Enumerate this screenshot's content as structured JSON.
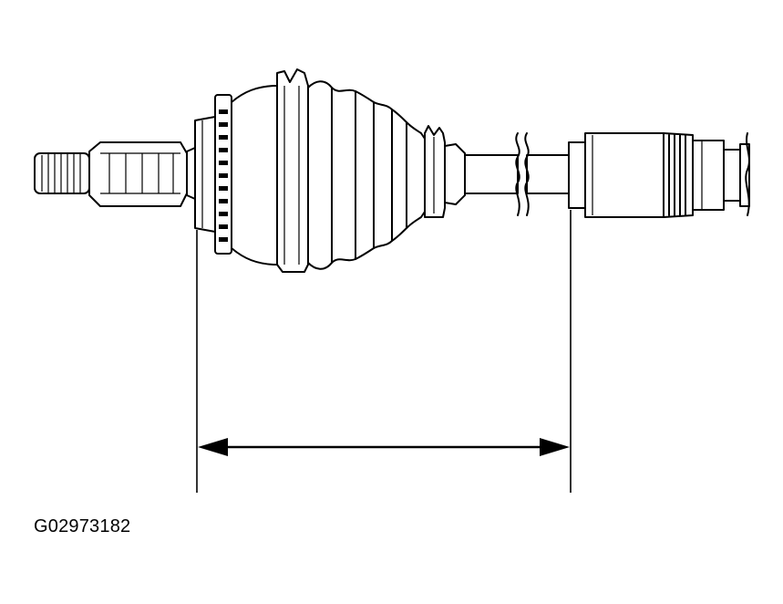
{
  "figure": {
    "reference_code": "G02973182",
    "subject": "drive-shaft-assembly",
    "measurement": "length-dimension"
  }
}
